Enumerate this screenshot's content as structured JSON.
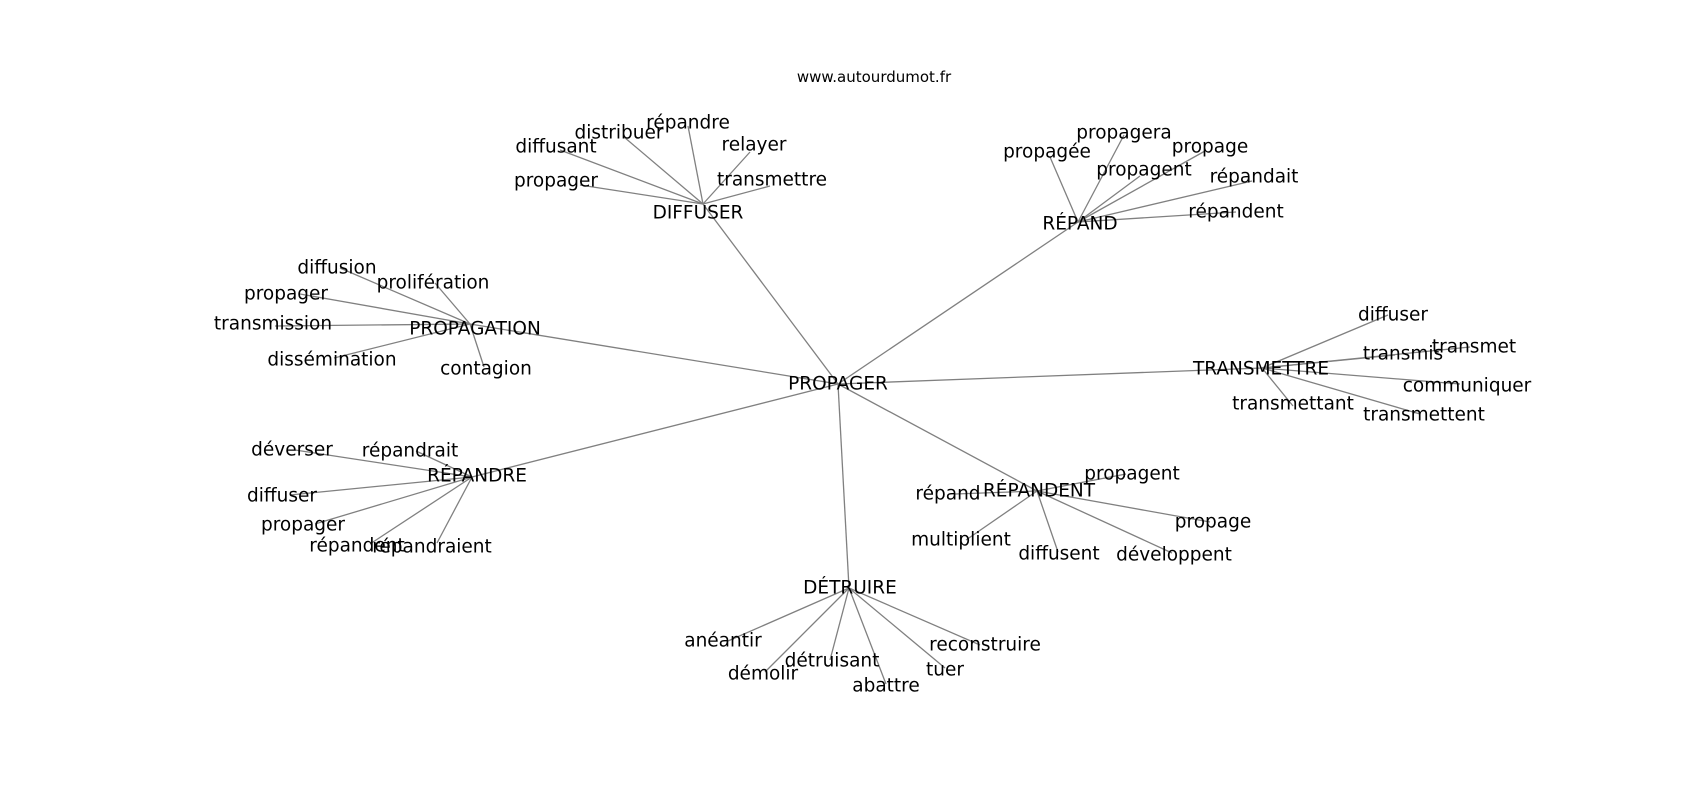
{
  "site": "www.autourdumot.fr",
  "colors": {
    "edge": "#808080",
    "text": "#000000",
    "background": "#ffffff"
  },
  "graph": {
    "center": "PROPAGER",
    "hubs": [
      {
        "label": "DIFFUSER",
        "leaves": [
          "répandre",
          "distribuer",
          "diffusant",
          "relayer",
          "transmettre",
          "propager"
        ]
      },
      {
        "label": "RÉPAND",
        "leaves": [
          "propagera",
          "propagée",
          "propage",
          "propagent",
          "répandait",
          "répandent"
        ]
      },
      {
        "label": "PROPAGATION",
        "leaves": [
          "diffusion",
          "prolifération",
          "propager",
          "transmission",
          "dissémination",
          "contagion"
        ]
      },
      {
        "label": "TRANSMETTRE",
        "leaves": [
          "diffuser",
          "transmis",
          "transmet",
          "communiquer",
          "transmettant",
          "transmettent"
        ]
      },
      {
        "label": "RÉPANDRE",
        "leaves": [
          "déverser",
          "répandrait",
          "diffuser",
          "propager",
          "répandent",
          "répandraient"
        ]
      },
      {
        "label": "RÉPANDENT",
        "leaves": [
          "propagent",
          "répand",
          "propage",
          "multiplient",
          "diffusent",
          "développent"
        ]
      },
      {
        "label": "DÉTRUIRE",
        "leaves": [
          "anéantir",
          "reconstruire",
          "détruisant",
          "démolir",
          "tuer",
          "abattre"
        ]
      }
    ]
  }
}
